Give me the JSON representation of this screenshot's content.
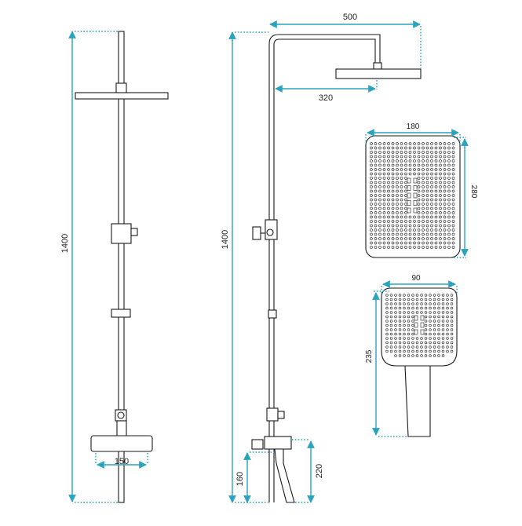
{
  "colors": {
    "dimension": "#2aa3bf",
    "outline": "#1a1a1a"
  },
  "labels": {
    "front_height": "1400",
    "side_height": "1400",
    "top_width": "500",
    "arm_length": "320",
    "spout_width": "150",
    "outlet_height_low": "160",
    "outlet_height_high": "220",
    "head_width": "180",
    "head_height": "280",
    "hand_width": "90",
    "hand_length": "235"
  }
}
